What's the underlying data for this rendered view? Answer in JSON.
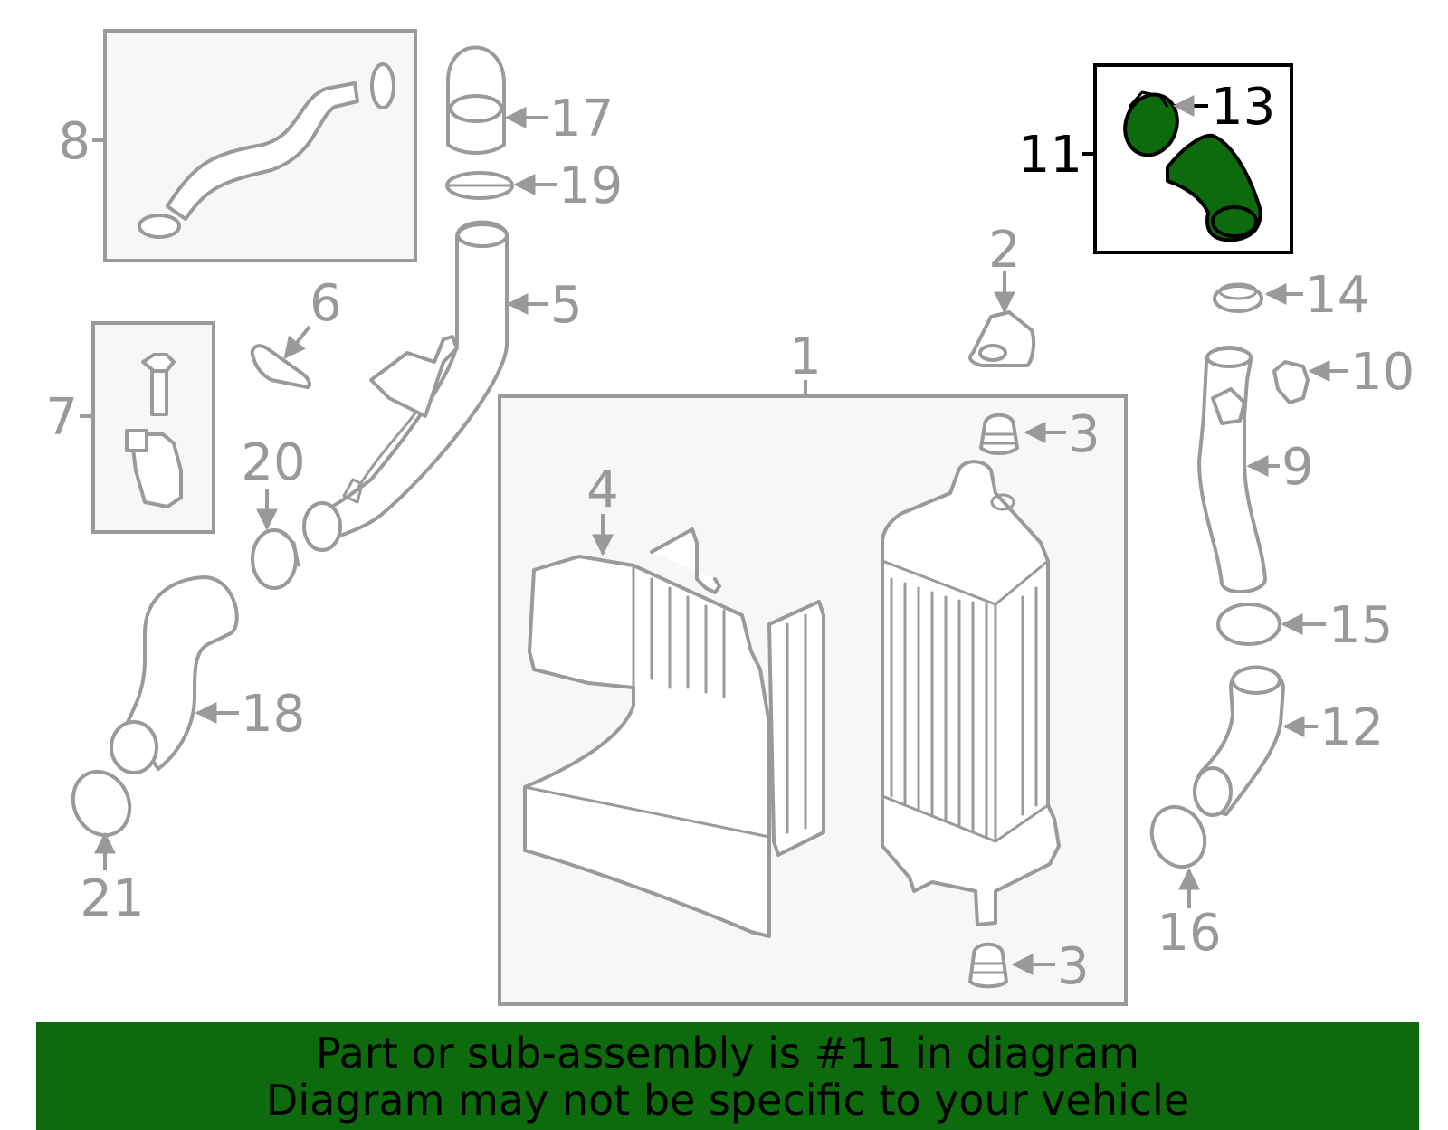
{
  "callouts": {
    "c1": "1",
    "c2": "2",
    "c3a": "3",
    "c3b": "3",
    "c4": "4",
    "c5": "5",
    "c6": "6",
    "c7": "7",
    "c8": "8",
    "c9": "9",
    "c10": "10",
    "c11": "11",
    "c12": "12",
    "c13": "13",
    "c14": "14",
    "c15": "15",
    "c16": "16",
    "c17": "17",
    "c18": "18",
    "c19": "19",
    "c20": "20",
    "c21": "21"
  },
  "highlighted_part": "11",
  "colors": {
    "highlight": "#0d6b0d",
    "line": "#9a9a9a",
    "box_fill": "#f7f7f7"
  },
  "banner": {
    "line1": "Part or sub-assembly is #11 in diagram",
    "line2": "Diagram may not be specific to your vehicle"
  }
}
